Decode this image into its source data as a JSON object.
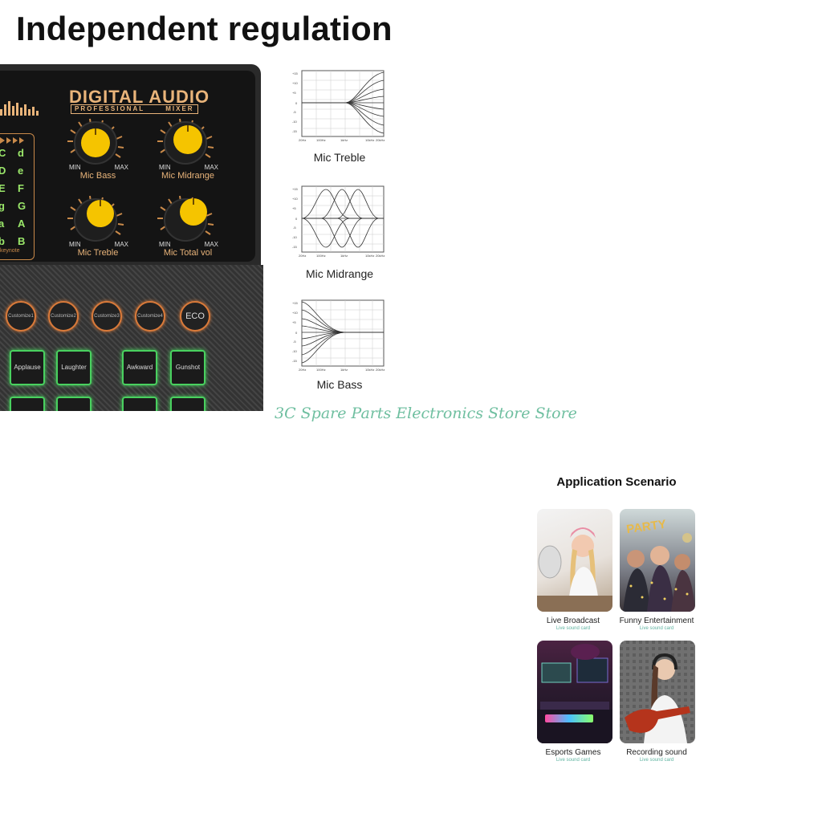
{
  "headline": "Independent regulation",
  "mixer": {
    "brand": "DIGITAL AUDIO",
    "brand_sub_left": "PROFESSIONAL",
    "brand_sub_right": "MIXER",
    "key_rows": [
      [
        "C",
        "d"
      ],
      [
        "D",
        "e"
      ],
      [
        "E",
        "F"
      ],
      [
        "g",
        "G"
      ],
      [
        "a",
        "A"
      ],
      [
        "b",
        "B"
      ]
    ],
    "keynote_label": "keynote",
    "knob_min": "MIN",
    "knob_max": "MAX",
    "knobs": [
      "Mic Bass",
      "Mic Midrange",
      "Mic Treble",
      "Mic Total vol"
    ],
    "round_buttons": [
      "Customize1",
      "Customize2",
      "Customize3",
      "Customize4",
      "ECO"
    ],
    "pads": [
      "Applause",
      "Laughter",
      "Awkward",
      "Gunshot"
    ],
    "colors": {
      "accent_orange": "#e9b47a",
      "knob_yellow": "#f5c400",
      "pad_green": "#49d15f"
    }
  },
  "eq_charts": [
    {
      "label": "Mic Treble",
      "y_ticks": [
        "+15",
        "+10",
        "+5",
        "0",
        "-5",
        "-10",
        "-15"
      ],
      "x_ticks": [
        "20Hz",
        "100Hz",
        "1kHz",
        "10kHz",
        "20kHz"
      ]
    },
    {
      "label": "Mic Midrange",
      "y_ticks": [
        "+15",
        "+10",
        "+5",
        "0",
        "-5",
        "-10",
        "-15"
      ],
      "x_ticks": [
        "20Hz",
        "100Hz",
        "1kHz",
        "10kHz",
        "20kHz"
      ]
    },
    {
      "label": "Mic Bass",
      "y_ticks": [
        "+15",
        "+10",
        "+5",
        "0",
        "-5",
        "-10",
        "-15"
      ],
      "x_ticks": [
        "20Hz",
        "100Hz",
        "1kHz",
        "10kHz",
        "20kHz"
      ]
    }
  ],
  "watermark": "3C Spare Parts Electronics Store Store",
  "application": {
    "title": "Application Scenario",
    "tiles": [
      {
        "label": "Live Broadcast",
        "sub": "Live sound card"
      },
      {
        "label": "Funny Entertainment",
        "sub": "Live sound card"
      },
      {
        "label": "Esports Games",
        "sub": "Live sound card"
      },
      {
        "label": "Recording sound",
        "sub": "Live sound card"
      }
    ]
  }
}
